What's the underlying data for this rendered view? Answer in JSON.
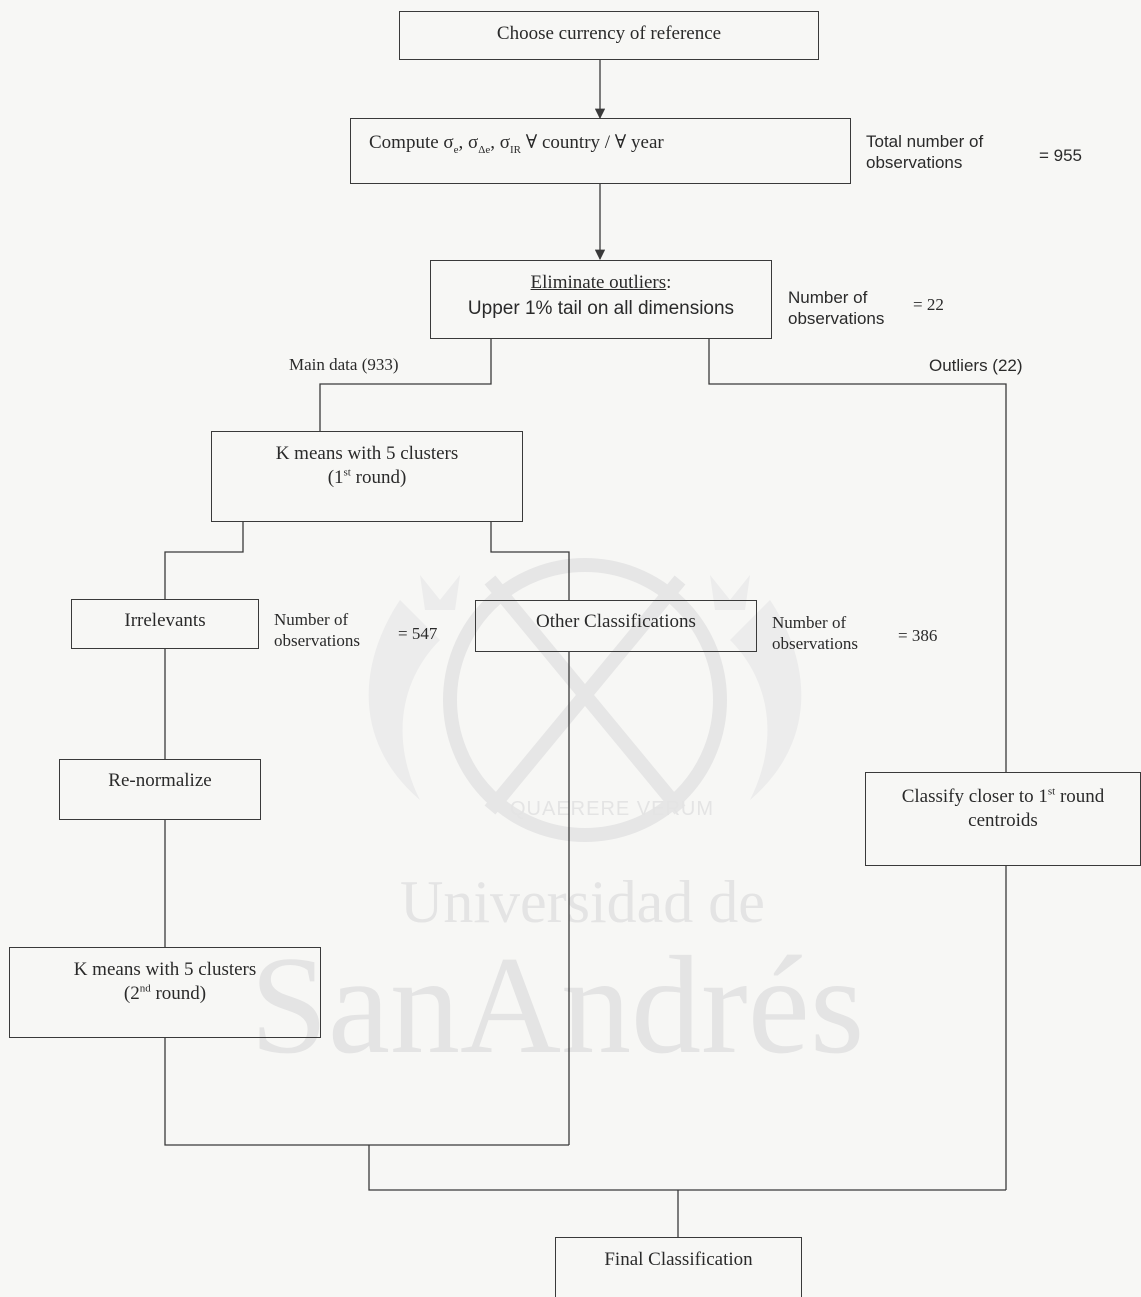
{
  "watermark": {
    "motto": "QUAERERE VERUM",
    "line1": "Universidad de",
    "line2": "SanAndrés"
  },
  "nodes": {
    "currency": "Choose currency of reference",
    "compute": {
      "prefix": "Compute σ",
      "sub1": "e",
      "mid1": ", σ",
      "sub2": "Δe",
      "mid2": ", σ",
      "sub3": "IR",
      "suffix": " ∀ country / ∀ year"
    },
    "eliminate": {
      "title": "Eliminate outliers",
      "colon": ":",
      "detail": "Upper 1% tail on all dimensions"
    },
    "kmeans1": {
      "line1": "K means with 5 clusters",
      "open": "(1",
      "sup": "st",
      "close": " round)"
    },
    "irrelevants": "Irrelevants",
    "other": "Other Classifications",
    "renormalize": "Re-normalize",
    "kmeans2": {
      "line1": "K means with 5 clusters",
      "open": "(2",
      "sup": "nd",
      "close": " round)"
    },
    "classify": {
      "pre": "Classify closer to 1",
      "sup": "st",
      "post": " round",
      "line2": "centroids"
    },
    "final": "Final Classification"
  },
  "annotations": {
    "total": {
      "label1": "Total number of",
      "label2": "observations",
      "value": "= 955"
    },
    "outliers_count": {
      "label1": "Number of",
      "label2": "observations",
      "value": "= 22"
    },
    "irrelevant_count": {
      "label1": "Number of",
      "label2": "observations",
      "value": "= 547"
    },
    "other_count": {
      "label1": "Number of",
      "label2": "observations",
      "value": "= 386"
    }
  },
  "branch_labels": {
    "main": "Main data (933)",
    "outliers": "Outliers (22)"
  }
}
